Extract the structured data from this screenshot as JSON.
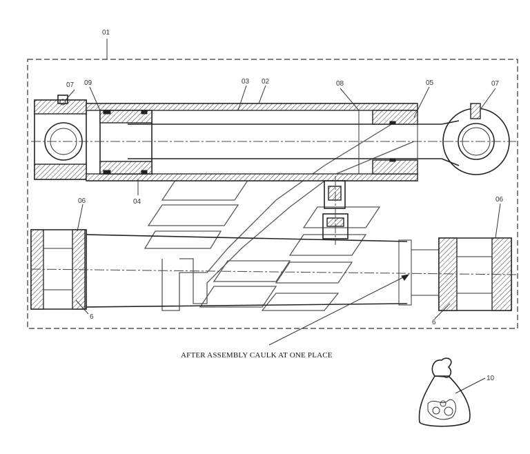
{
  "callouts": {
    "c01": "01",
    "c02": "02",
    "c03": "03",
    "c04": "04",
    "c05": "05",
    "c06_left": "06",
    "c06_right": "06",
    "c07_left": "07",
    "c07_right": "07",
    "c08": "08",
    "c09": "09",
    "c10": "10",
    "c6_left": "6",
    "c6_right": "6"
  },
  "note": "AFTER ASSEMBLY CAULK AT ONE PLACE"
}
